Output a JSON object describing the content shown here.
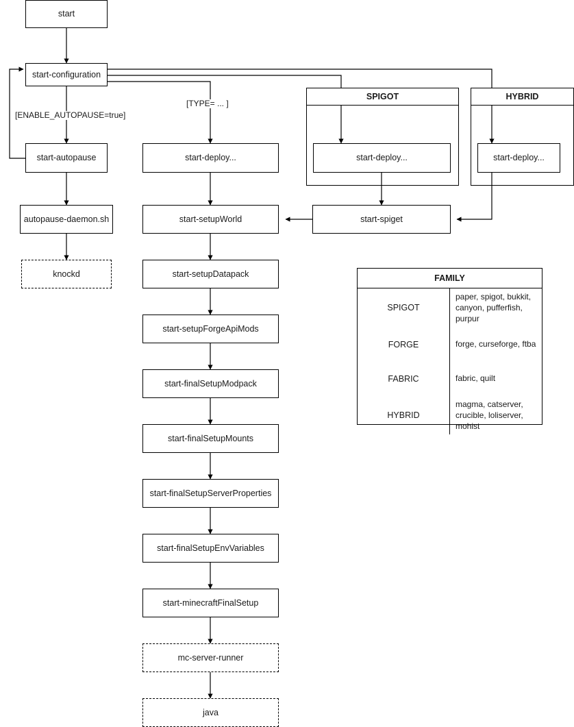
{
  "diagram": {
    "title": "minecraft server startup flowchart",
    "nodes": {
      "start": "start",
      "start_configuration": "start-configuration",
      "start_autopause": "start-autopause",
      "autopause_daemon": "autopause-daemon.sh",
      "knockd": "knockd",
      "start_deploy_main": "start-deploy...",
      "start_deploy_spigot": "start-deploy...",
      "start_deploy_hybrid": "start-deploy...",
      "start_spiget": "start-spiget",
      "start_setup_world": "start-setupWorld",
      "start_setup_datapack": "start-setupDatapack",
      "start_setup_forge_api_mods": "start-setupForgeApiMods",
      "start_final_setup_modpack": "start-finalSetupModpack",
      "start_final_setup_mounts": "start-finalSetupMounts",
      "start_final_setup_server_properties": "start-finalSetupServerProperties",
      "start_final_setup_env_variables": "start-finalSetupEnvVariables",
      "start_minecraft_final_setup": "start-minecraftFinalSetup",
      "mc_server_runner": "mc-server-runner",
      "java": "java"
    },
    "groups": {
      "spigot": "SPIGOT",
      "hybrid": "HYBRID"
    },
    "edge_labels": {
      "enable_autopause": "[ENABLE_AUTOPAUSE=true]",
      "type": "[TYPE= ... ]"
    }
  },
  "legend": {
    "title": "FAMILY",
    "rows": [
      {
        "key": "SPIGOT",
        "value": "paper, spigot, bukkit, canyon, pufferfish, purpur"
      },
      {
        "key": "FORGE",
        "value": "forge, curseforge, ftba"
      },
      {
        "key": "FABRIC",
        "value": "fabric, quilt"
      },
      {
        "key": "HYBRID",
        "value": "magma, catserver, crucible, loliserver, mohist"
      }
    ]
  },
  "colors": {
    "stroke": "#000000",
    "text": "#1a1a1a",
    "background": "#ffffff"
  }
}
